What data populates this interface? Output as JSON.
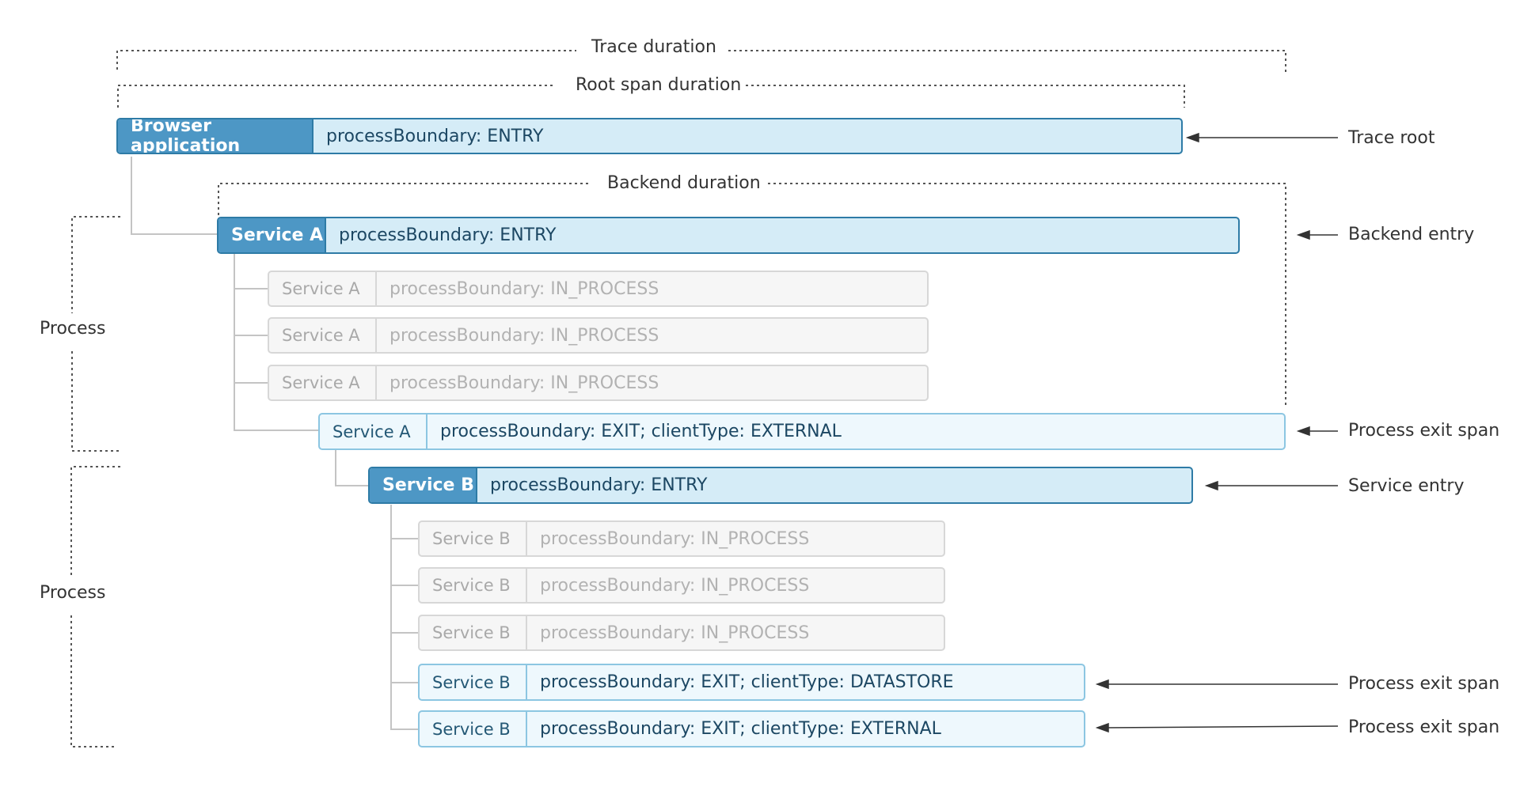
{
  "durations": {
    "trace": "Trace duration",
    "root_span": "Root span duration",
    "backend": "Backend duration"
  },
  "process_labels": [
    "Process",
    "Process"
  ],
  "spans": [
    {
      "name": "Browser application",
      "attr": "processBoundary: ENTRY",
      "style": "entry"
    },
    {
      "name": "Service A",
      "attr": "processBoundary: ENTRY",
      "style": "entry"
    },
    {
      "name": "Service A",
      "attr": "processBoundary: IN_PROCESS",
      "style": "in-process"
    },
    {
      "name": "Service A",
      "attr": "processBoundary: IN_PROCESS",
      "style": "in-process"
    },
    {
      "name": "Service A",
      "attr": "processBoundary: IN_PROCESS",
      "style": "in-process"
    },
    {
      "name": "Service A",
      "attr": "processBoundary: EXIT; clientType: EXTERNAL",
      "style": "exit"
    },
    {
      "name": "Service B",
      "attr": "processBoundary: ENTRY",
      "style": "entry"
    },
    {
      "name": "Service B",
      "attr": "processBoundary: IN_PROCESS",
      "style": "in-process"
    },
    {
      "name": "Service B",
      "attr": "processBoundary: IN_PROCESS",
      "style": "in-process"
    },
    {
      "name": "Service B",
      "attr": "processBoundary: IN_PROCESS",
      "style": "in-process"
    },
    {
      "name": "Service B",
      "attr": "processBoundary: EXIT; clientType: DATASTORE",
      "style": "exit"
    },
    {
      "name": "Service B",
      "attr": "processBoundary: EXIT; clientType: EXTERNAL",
      "style": "exit"
    }
  ],
  "annotations": [
    "Trace root",
    "Backend entry",
    "Process exit span",
    "Service entry",
    "Process exit span",
    "Process exit span"
  ],
  "colors": {
    "entry_header": "#4d97c5",
    "entry_border": "#2e7ba6",
    "entry_body": "#d5ecf7",
    "exit_border": "#8cc6e2",
    "exit_body": "#eef8fd",
    "in_process_border": "#d7d7d7",
    "in_process_body": "#f6f6f6"
  }
}
